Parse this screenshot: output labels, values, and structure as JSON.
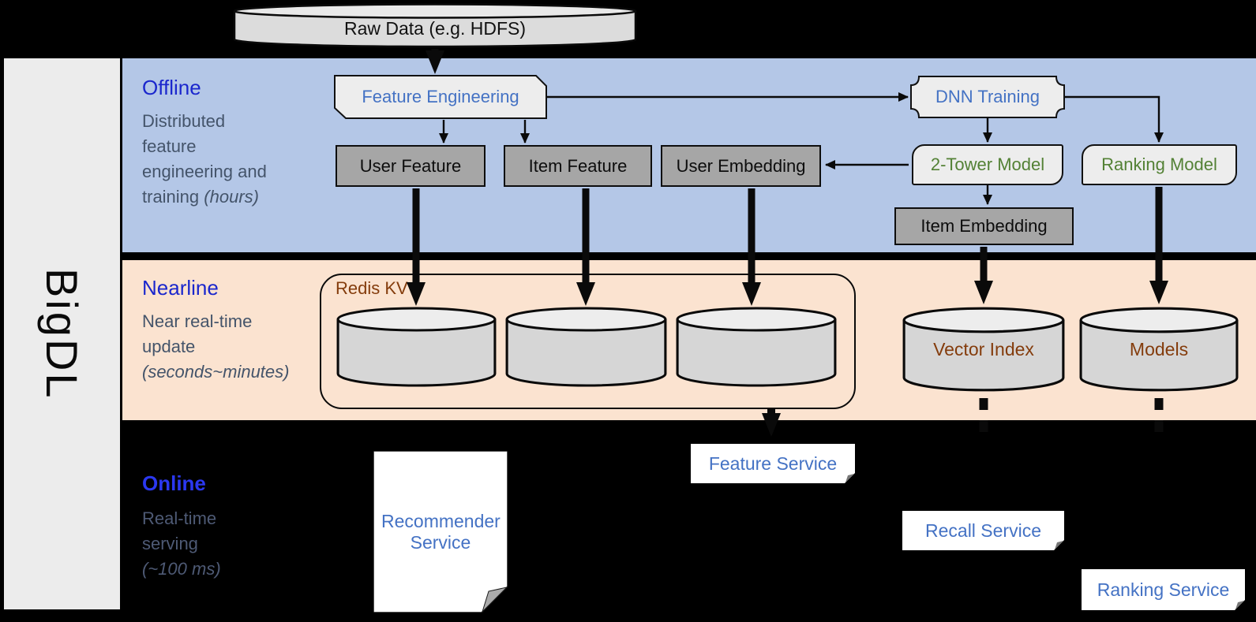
{
  "colors": {
    "offline_band": "#b4c7e7",
    "nearline_band": "#fbe3d0",
    "background": "#000000",
    "section_title_blue": "#1b27cd",
    "online_title_blue": "#2b38f0",
    "muted_text": "#44546a",
    "node_blue_text": "#4472c4",
    "node_green_text": "#538135",
    "store_brown_text": "#843c0c",
    "gray_node_fill": "#a6a6a6",
    "light_node_fill": "#ededed"
  },
  "framework": {
    "label": "BigDL"
  },
  "source": {
    "label": "Raw Data (e.g. HDFS)"
  },
  "sections": {
    "offline": {
      "title": "Offline",
      "lines": [
        {
          "t": "Distributed",
          "i": ""
        },
        {
          "t": "feature",
          "i": ""
        },
        {
          "t": "engineering and",
          "i": ""
        },
        {
          "t": "training ",
          "i": "(hours)"
        }
      ]
    },
    "nearline": {
      "title": "Nearline",
      "lines": [
        {
          "t": "Near real-time",
          "i": ""
        },
        {
          "t": "update",
          "i": ""
        },
        {
          "t": "",
          "i": "(seconds~minutes)"
        }
      ]
    },
    "online": {
      "title": "Online",
      "lines": [
        {
          "t": "Real-time",
          "i": ""
        },
        {
          "t": "serving",
          "i": ""
        },
        {
          "t": "",
          "i": "(~100 ms)"
        }
      ]
    }
  },
  "nodes": {
    "feature_engineering": "Feature Engineering",
    "dnn_training": "DNN Training",
    "user_feature": "User Feature",
    "item_feature": "Item Feature",
    "user_embedding": "User Embedding",
    "two_tower_model": "2-Tower Model",
    "ranking_model": "Ranking Model",
    "item_embedding": "Item Embedding",
    "redis_kv": "Redis KV",
    "vector_index": "Vector Index",
    "models": "Models",
    "recommender_service": "Recommender Service",
    "feature_service": "Feature Service",
    "recall_service": "Recall Service",
    "ranking_service": "Ranking Service"
  }
}
